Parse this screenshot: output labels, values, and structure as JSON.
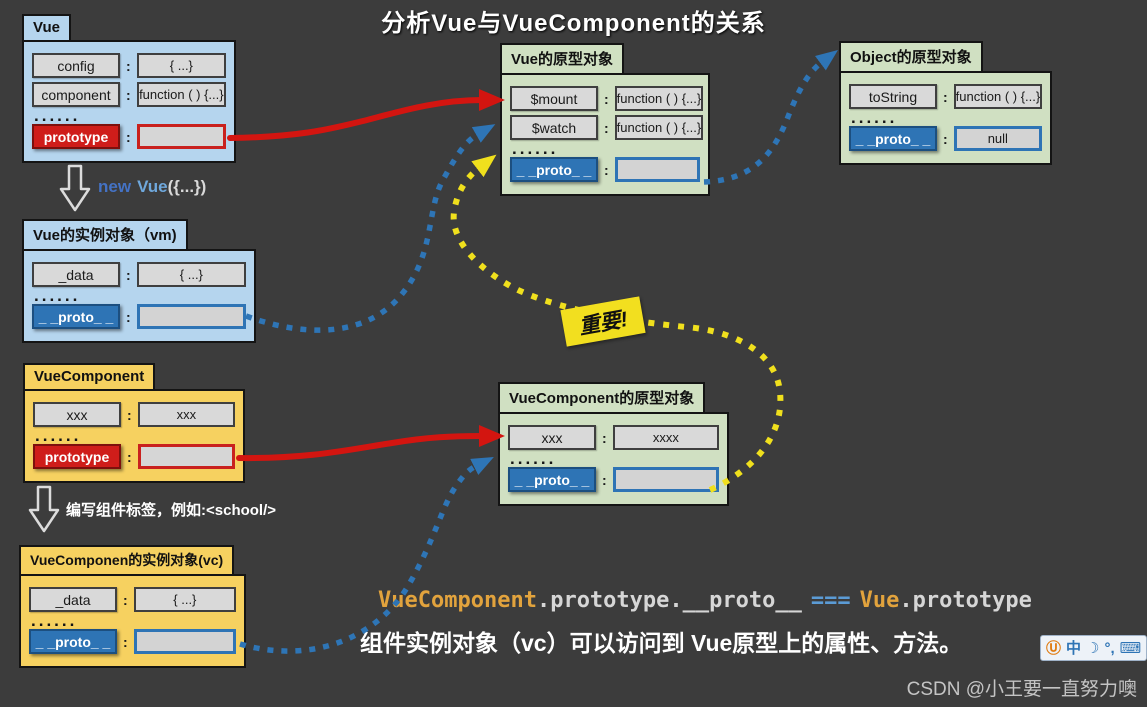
{
  "title": "分析Vue与VueComponent的关系",
  "colon": ":",
  "dots": "......",
  "boxes": {
    "vue_ctor": {
      "title": "Vue",
      "rows": [
        {
          "key": "config",
          "value": "{ ...}"
        },
        {
          "key": "component",
          "value": "function ( ) {...}"
        }
      ],
      "proto_key": "prototype",
      "proto_value": ""
    },
    "vm": {
      "title": "Vue的实例对象（vm)",
      "rows": [
        {
          "key": "_data",
          "value": "{ ...}"
        }
      ],
      "proto_key": "_ _proto_ _",
      "proto_value": ""
    },
    "vue_component": {
      "title": "VueComponent",
      "rows": [
        {
          "key": "xxx",
          "value": "xxx"
        }
      ],
      "proto_key": "prototype",
      "proto_value": ""
    },
    "vc": {
      "title": "VueComponen的实例对象(vc)",
      "rows": [
        {
          "key": "_data",
          "value": "{ ...}"
        }
      ],
      "proto_key": "_ _proto_ _",
      "proto_value": ""
    },
    "vue_proto": {
      "title": "Vue的原型对象",
      "rows": [
        {
          "key": "$mount",
          "value": "function ( ) {...}"
        },
        {
          "key": "$watch",
          "value": "function ( ) {...}"
        }
      ],
      "proto_key": "_ _proto_ _",
      "proto_value": ""
    },
    "object_proto": {
      "title": "Object的原型对象",
      "rows": [
        {
          "key": "toString",
          "value": "function ( ) {...}"
        }
      ],
      "proto_key": "_ _proto_ _",
      "proto_value": "null"
    },
    "vc_proto": {
      "title": "VueComponent的原型对象",
      "rows": [
        {
          "key": "xxx",
          "value": "xxxx"
        }
      ],
      "proto_key": "_ _proto_ _",
      "proto_value": ""
    }
  },
  "annotations": {
    "new_vue": {
      "keyword": "new",
      "name": "Vue",
      "args": "({...})"
    },
    "write_tag": "编写组件标签，例如:<school/>",
    "important": "重要!",
    "code_line": {
      "part1": "VueComponent",
      "part2": ".prototype.__proto__",
      "part3": "===",
      "part4": "Vue",
      "part5": ".prototype"
    },
    "summary": "组件实例对象（vc）可以访问到 Vue原型上的属性、方法。",
    "watermark": "CSDN @小王要一直努力噢"
  },
  "ime_bar": {
    "u_icon": "Ⓤ",
    "lang_icon": "中",
    "moon_icon": "☽",
    "punct_icon": "°,",
    "keyboard_icon": "⌨"
  },
  "colors": {
    "background": "#3c3c3c",
    "red_arrow": "#d31510",
    "blue_arrow": "#2e75b6",
    "yellow_arrow": "#f0e01d",
    "red_label": "#cf1d1a",
    "blue_label": "#2e74b5",
    "box_blue": "#b5d5ee",
    "box_green": "#d0e0c2",
    "box_yellow": "#f6d160",
    "code_orange": "#e2a33d",
    "code_blue": "#5b9bd5"
  }
}
